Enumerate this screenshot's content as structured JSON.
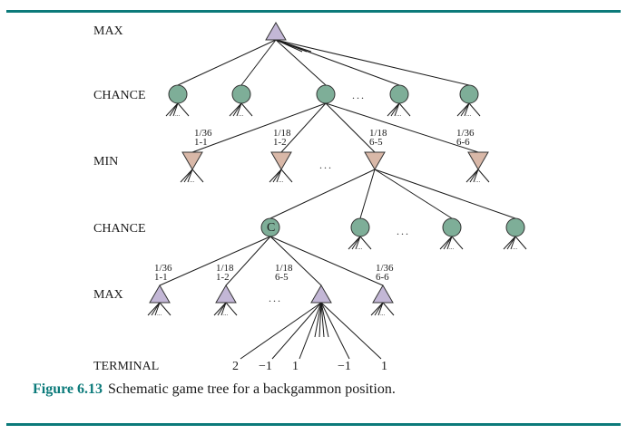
{
  "figure": {
    "label": "Figure 6.13",
    "caption": "Schematic game tree for a backgammon position.",
    "accent_color": "#0b7a7a"
  },
  "levels": [
    "MAX",
    "CHANCE",
    "MIN",
    "CHANCE",
    "MAX",
    "TERMINAL"
  ],
  "colors": {
    "max_fill": "#c3b7d6",
    "min_fill": "#d9b8a8",
    "chance_fill": "#7eae98",
    "stroke": "#333333"
  },
  "ellipsis": "...",
  "chance_node_label": "C",
  "dice_outcomes": [
    {
      "prob": "1/36",
      "roll": "1-1"
    },
    {
      "prob": "1/18",
      "roll": "1-2"
    },
    {
      "prob": "1/18",
      "roll": "6-5"
    },
    {
      "prob": "1/36",
      "roll": "6-6"
    }
  ],
  "terminals": [
    "2",
    "−1",
    "1",
    "−1",
    "1"
  ]
}
